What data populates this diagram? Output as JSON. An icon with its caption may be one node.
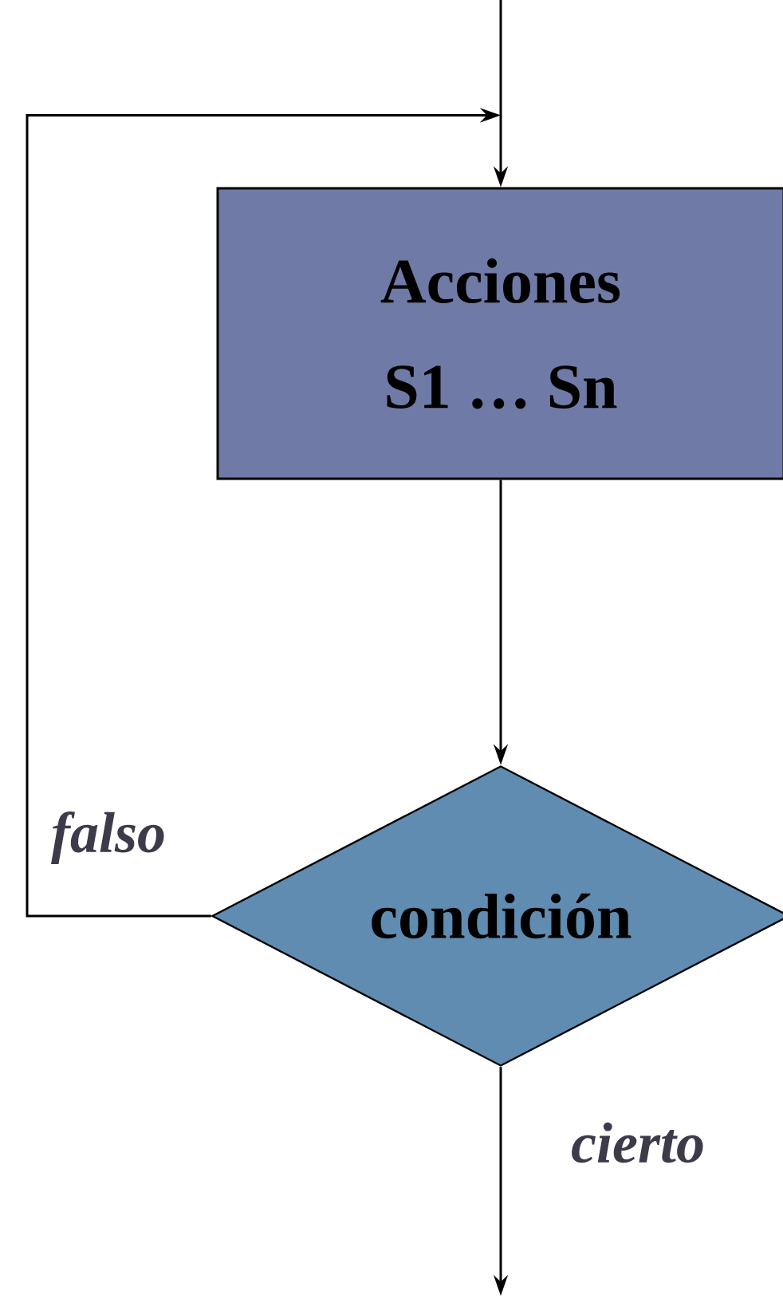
{
  "diagram": {
    "nodes": [
      {
        "text": [
          "Acciones",
          "S1 … Sn"
        ]
      },
      {
        "text": [
          "condición"
        ]
      }
    ],
    "edges": [
      {
        "from": null,
        "to": 0,
        "arrow": "to"
      },
      {
        "from": 0,
        "to": 1,
        "arrow": "to"
      },
      {
        "from": 1,
        "to": 0,
        "arrow": "to",
        "label": "falso"
      },
      {
        "from": 1,
        "to": null,
        "arrow": "to",
        "label": "cierto"
      }
    ]
  }
}
